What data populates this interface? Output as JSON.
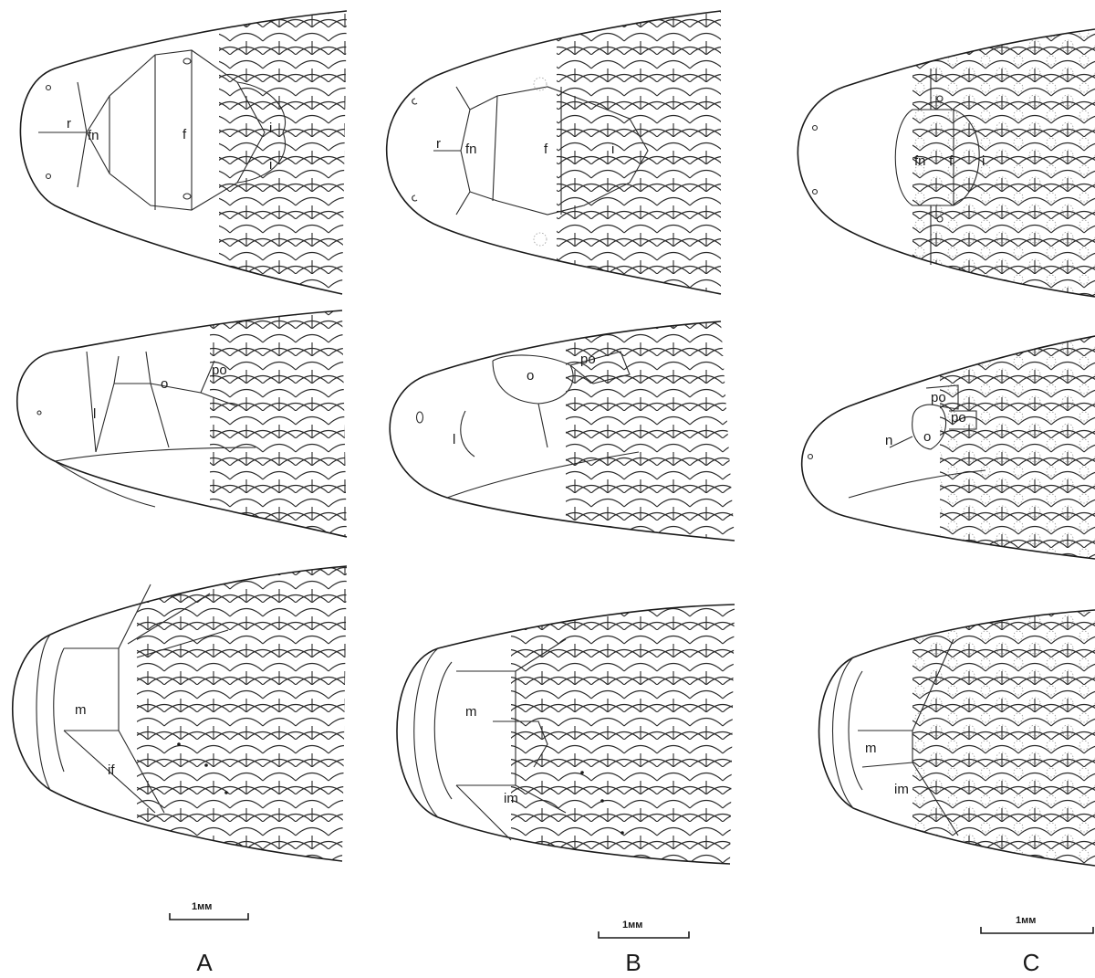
{
  "column_labels": [
    "A",
    "B",
    "C"
  ],
  "scale_bar": "1мм",
  "scale_labels": [
    "1мм",
    "1мм",
    "1мм"
  ],
  "specimens": [
    {
      "id": "A",
      "dorsal": {
        "r": "r",
        "fn": "fn",
        "f": "f",
        "i1": "i",
        "i2": "i"
      },
      "lateral": {
        "l": "l",
        "o": "o",
        "po": "po"
      },
      "ventral": {
        "m": "m",
        "if": "if"
      }
    },
    {
      "id": "B",
      "dorsal": {
        "r": "r",
        "fn": "fn",
        "f": "f",
        "i": "i"
      },
      "lateral": {
        "l": "l",
        "o": "o",
        "po": "po"
      },
      "ventral": {
        "m": "m",
        "im": "im"
      }
    },
    {
      "id": "C",
      "dorsal": {
        "fn": "fn",
        "f": "f",
        "i": "i"
      },
      "lateral": {
        "n": "n",
        "o": "o",
        "po1": "po",
        "po2": "po"
      },
      "ventral": {
        "m": "m",
        "im": "im"
      }
    }
  ]
}
